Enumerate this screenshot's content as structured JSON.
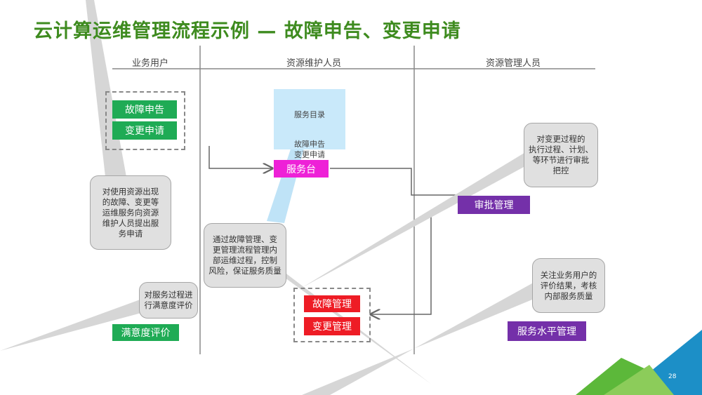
{
  "slide": {
    "title": "云计算运维管理流程示例 — 故障申告、变更申请",
    "page_number": "28"
  },
  "lanes": {
    "business_user": "业务用户",
    "resource_maintainer": "资源维护人员",
    "resource_manager": "资源管理人员"
  },
  "boxes": {
    "fault_report": "故障申告",
    "change_request": "变更申请",
    "service_desk": "服务台",
    "approval_management": "审批管理",
    "fault_management": "故障管理",
    "change_management": "变更管理",
    "satisfaction_eval": "满意度评价",
    "service_level_management": "服务水平管理"
  },
  "service_catalog": {
    "heading": "服务目录",
    "items": "故障申告\n变更申请"
  },
  "callouts": {
    "user_submit": "对使用资源出现\n的故障、变更等\n运维服务向资源\n维护人员提出服\n务申请",
    "user_eval": "对服务过程进\n行满意度评价",
    "process_control": "通过故障管理、变\n更管理流程管理内\n部运维过程，控制\n风险，保证服务质量",
    "change_approval": "对变更过程的\n执行过程、计划、\n等环节进行审批\n把控",
    "evaluation_focus": "关注业务用户的\n评价结果，考核\n内部服务质量"
  },
  "colors": {
    "title_green": "#3e8b1f",
    "box_green": "#1fab55",
    "box_magenta": "#ee21d7",
    "box_purple": "#7430a9",
    "box_red": "#ee1c25",
    "catalog_blue": "#c9e9fa",
    "callout_gray": "#e0e0e0"
  }
}
